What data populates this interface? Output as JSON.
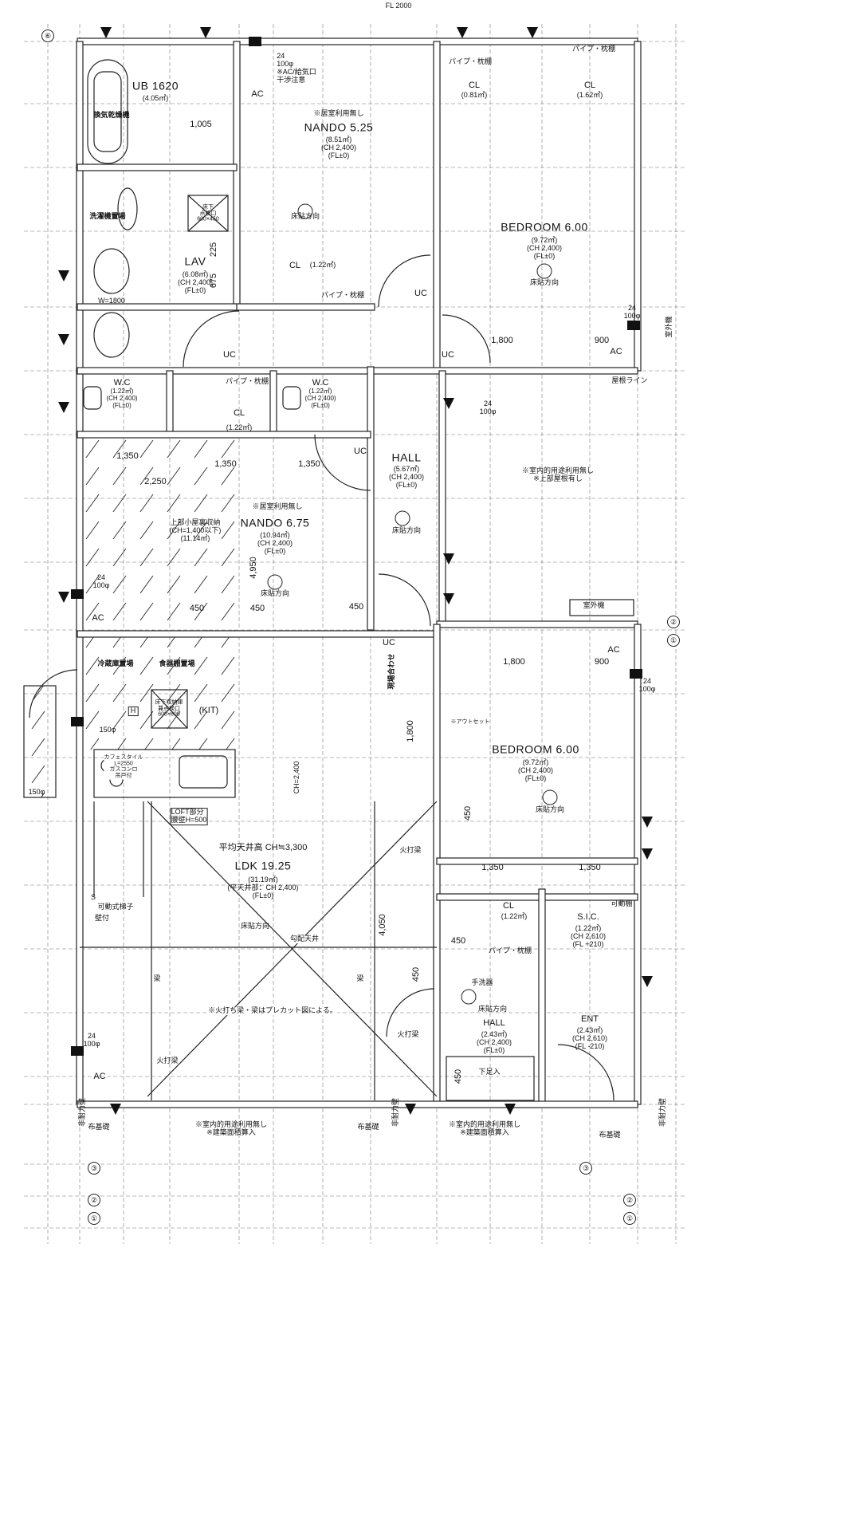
{
  "title_fragment": "FL 2000",
  "rooms": {
    "ub": {
      "name": "UB 1620",
      "area": "(4.05㎡)"
    },
    "dryer": "換気乾燥機",
    "washer": "洗濯機置場",
    "floor_hatch_1": "床下\n点検口\n600×450",
    "lav": {
      "name": "LAV",
      "detail": "(6.08㎡)\n(CH 2,400)\n(FL±0)"
    },
    "lav_width": "W=1800",
    "nando1": {
      "note": "※居室利用無し",
      "name": "NANDO 5.25",
      "detail": "(8.51㎡)\n(CH 2,400)\n(FL±0)"
    },
    "ac_note_top": "24\n100φ\n※AC/給気口\n干渉注意",
    "cl_081": {
      "name": "CL",
      "detail": "(0.81㎡)"
    },
    "cl_162": {
      "name": "CL",
      "detail": "(1.62㎡)"
    },
    "bedroom1": {
      "name": "BEDROOM 6.00",
      "detail": "(9.72㎡)\n(CH 2,400)\n(FL±0)"
    },
    "cl_nando": {
      "name": "CL",
      "detail": "(1.22㎡)"
    },
    "wc1": {
      "name": "W.C",
      "detail": "(1.22㎡)\n(CH 2,400)\n(FL±0)"
    },
    "wc2": {
      "name": "W.C",
      "detail": "(1.22㎡)\n(CH 2,400)\n(FL±0)"
    },
    "cl_wc": {
      "name": "CL",
      "detail": "(1.22㎡)"
    },
    "hall1": {
      "name": "HALL",
      "detail": "(5.67㎡)\n(CH 2,400)\n(FL±0)"
    },
    "outdoor_note_1": "※室内的用途利用無し\n※上部屋根有し",
    "nando2": {
      "note": "※居室利用無し",
      "name": "NANDO 6.75",
      "detail": "(10.94㎡)\n(CH 2,400)\n(FL±0)"
    },
    "loft_storage": "上部小屋裏収納\n(CH=1,400以下)\n(11.14㎡)",
    "fridge": "冷蔵庫置場",
    "cupboard": "食器棚置場",
    "floor_hatch_2": "床下収納庫\n兼点検口\n600×600",
    "kit": "(KIT)",
    "h_mark": "H",
    "kitchen_counter": "カフェスタイル\nL=2550\nガスコンロ\n吊戸付",
    "loft_part": "LOFT部分\n腰壁H=500",
    "outset": "※アウトセット",
    "bedroom2": {
      "name": "BEDROOM 6.00",
      "detail": "(9.72㎡)\n(CH 2,400)\n(FL±0)"
    },
    "ldk": {
      "ceiling": "平均天井高 CH≒3,300",
      "name": "LDK 19.25",
      "detail": "(31.19㎡)\n(平天井部：CH 2,400)\n(FL±0)"
    },
    "ladder": "可動式梯子",
    "wall_mounted": "壁付",
    "s_mark": "S",
    "cl_hall": {
      "name": "CL",
      "detail": "(1.22㎡)"
    },
    "sic": {
      "name": "S.I.C.",
      "detail": "(1.22㎡)\n(CH 2,610)\n(FL +210)"
    },
    "movable_shelf": "可動棚",
    "sloped_ceiling": "勾配天井",
    "hand_wash": "手洗器",
    "precut_note": "※火打ち梁・梁はプレカット図による。",
    "hall2": {
      "name": "HALL",
      "detail": "(2.43㎡)\n(CH 2,400)\n(FL±0)"
    },
    "ent": {
      "name": "ENT",
      "detail": "(2.43㎡)\n(CH 2,610)\n(FL -210)"
    },
    "shoe_storage": "下足入",
    "outdoor_note_2": "※室内的用途利用無し\n※建築面積算入",
    "outdoor_note_3": "※室内的用途利用無し\n※建築面積算入"
  },
  "common": {
    "floor_dir": "床貼方向",
    "pipe_shelf": "パイプ・枕棚",
    "uc": "UC",
    "ac": "AC",
    "vent": "24\n100φ",
    "vent150": "150φ",
    "beam": "梁",
    "fire_beam": "火打梁",
    "foundation": "布基礎",
    "outdoor_unit": "室外機",
    "roof_line": "屋根ライン",
    "non_bearing": "非耐力壁",
    "site_fit": "現場合わせ"
  },
  "dims": {
    "d1005": "1,005",
    "d225": "225",
    "d675": "675",
    "d1800": "1,800",
    "d900": "900",
    "d1350": "1,350",
    "d2250": "2,250",
    "d4950": "4,950",
    "d450": "450",
    "d2400": "CH=2,400",
    "d4050": "4,050"
  },
  "grid": {
    "g1": "①",
    "g2": "②",
    "g3": "③"
  }
}
